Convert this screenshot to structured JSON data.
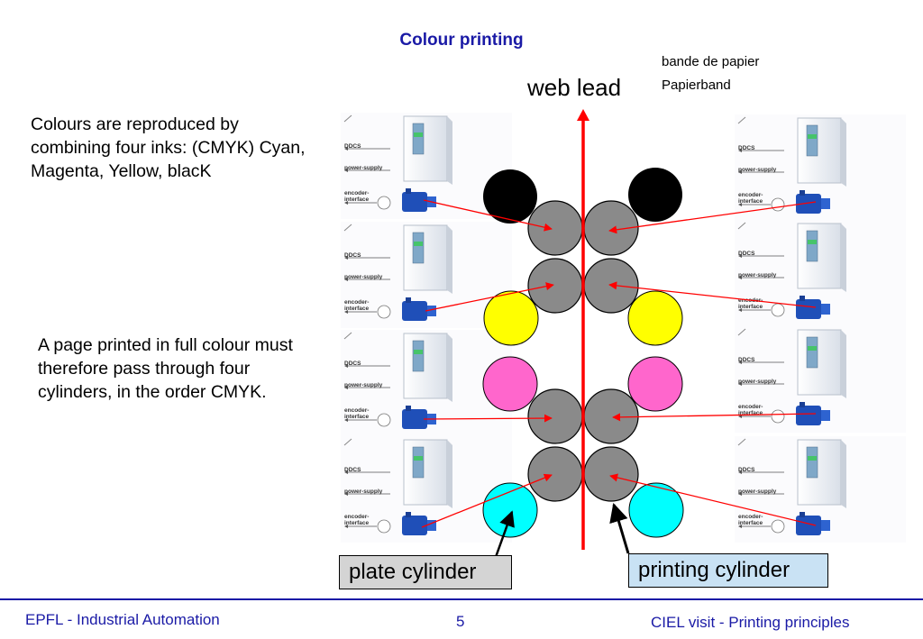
{
  "title": "Colour printing",
  "web_label": "web lead",
  "french_label": "bande de papier",
  "german_label": "Papierband",
  "paragraph1": "Colours are reproduced by combining four inks: (CMYK) Cyan, Magenta, Yellow, blacK",
  "paragraph2": "A page printed in full colour must therefore pass through four cylinders, in the order CMYK.",
  "plate_cylinder_label": "plate cylinder",
  "printing_cylinder_label": "printing cylinder",
  "drive_unit_labels": {
    "ddcs": "DDCS",
    "power": "power-supply",
    "encoder": "encoder-interface"
  },
  "ink_colors": {
    "black": "#000000",
    "yellow": "#ffff00",
    "magenta": "#ff66cc",
    "cyan": "#00ffff",
    "cylinder_grey": "#8a8a8a",
    "arrow_red": "#ff0000"
  },
  "footer": {
    "left": "EPFL - Industrial Automation",
    "page": "5",
    "right": "CIEL visit  - Printing principles"
  }
}
